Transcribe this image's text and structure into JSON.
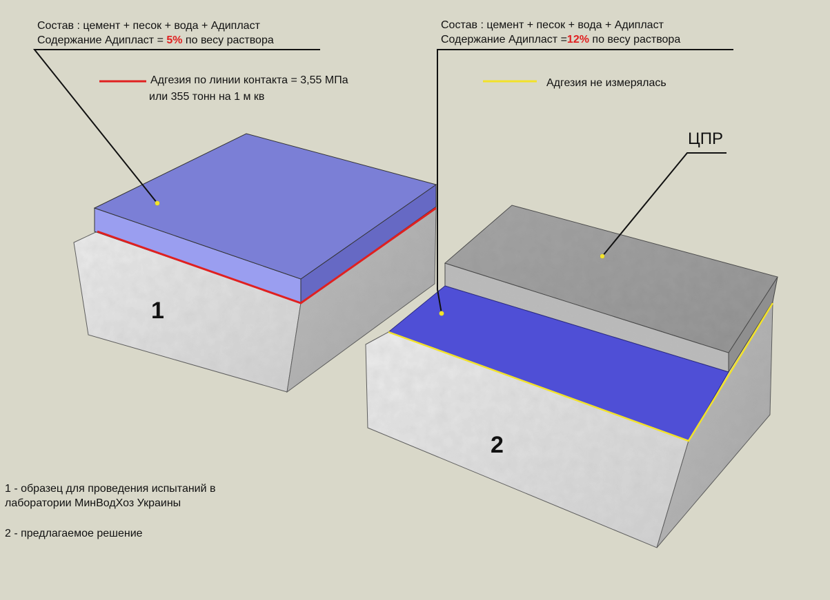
{
  "sample1": {
    "composition": "Состав :  цемент + песок + вода + Адипласт",
    "content_prefix": "Содержание Адипласт = ",
    "content_value": "5%",
    "content_suffix": " по весу раствора",
    "legend_line1": "Адгезия  по линии контакта = 3,55 МПа",
    "legend_line2": "или 355 тонн на 1 м кв",
    "legend_color": "#e02020",
    "label": "1"
  },
  "sample2": {
    "composition": "Состав : цемент + песок + вода + Адипласт",
    "content_prefix": "Содержание Адипласт =",
    "content_value": "12%",
    "content_suffix": "  по весу раствора",
    "legend_text": "Адгезия не измерялась",
    "legend_color": "#f2e22a",
    "cpr_label": "ЦПР",
    "label": "2"
  },
  "notes": {
    "line1": "1 - образец для проведения испытаний в",
    "line2": "лаборатории МинВодХоз Украины",
    "line3": "2 - предлагаемое решение"
  },
  "colors": {
    "background": "#d9d8c9",
    "mortar_top_1": "#7b7fd6",
    "mortar_side_1": "#9a9ef0",
    "mortar_strip_2": "#4f4fd6",
    "concrete_light": "#e4e4e4",
    "concrete_dark": "#a9a9a9"
  }
}
